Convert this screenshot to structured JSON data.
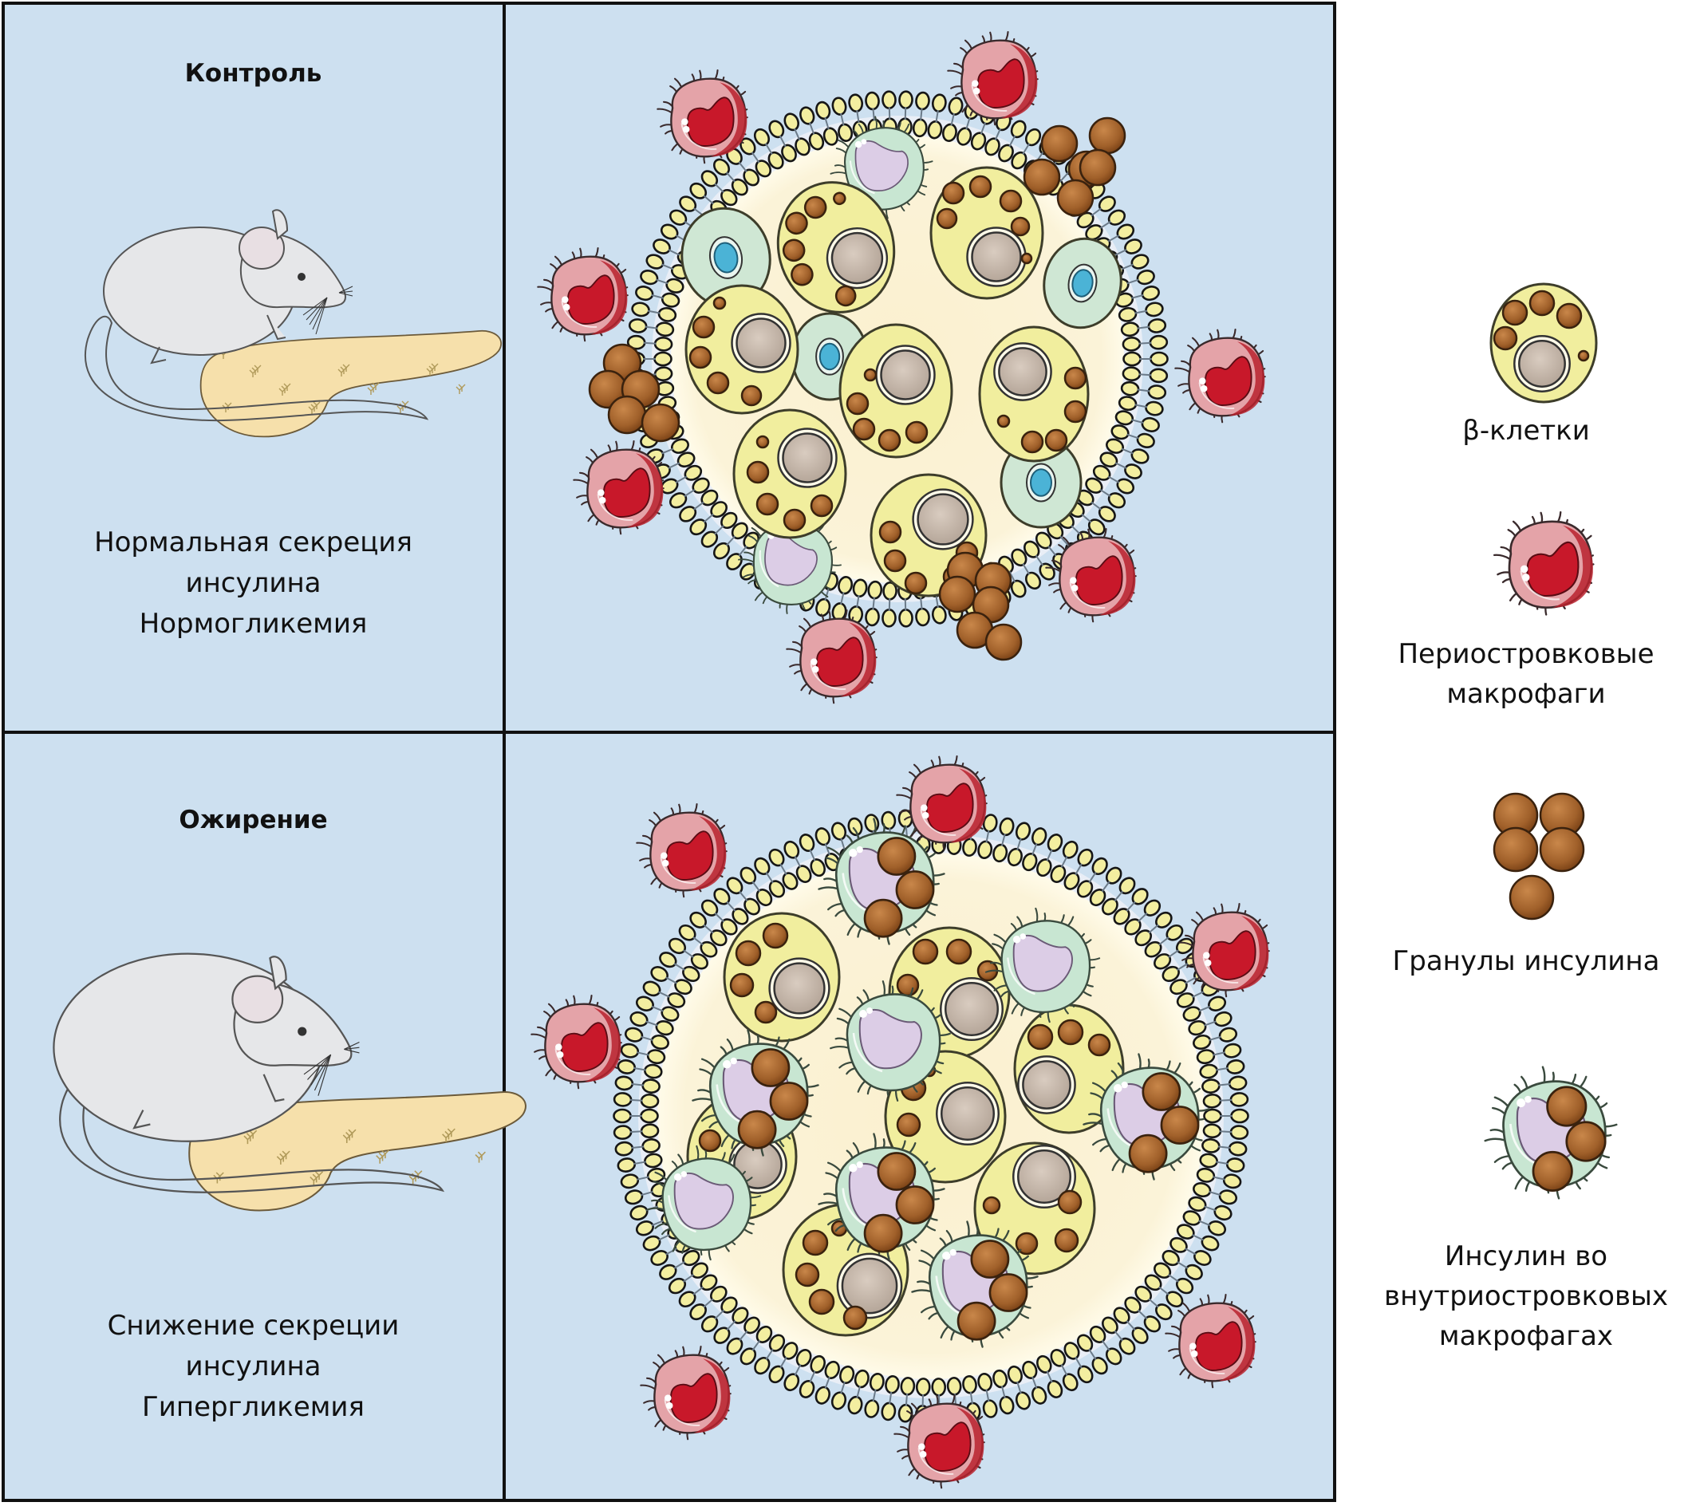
{
  "figure": {
    "colors": {
      "panel_background": "#cde0f0",
      "grid_line": "#111111",
      "islet_interior": "#fbf1d2",
      "membrane_bead": "#f3eea0",
      "beta_cell_cytoplasm": "#f1ee9e",
      "beta_cell_nucleus": "#c9bcb0",
      "alpha_cell_cytoplasm": "#cfe7d4",
      "alpha_cell_nucleus": "#4bb3d6",
      "insulin_granule": "#a3622a",
      "peri_macrophage_body": "#e4a3a8",
      "peri_macrophage_nucleus": "#c8182a",
      "intra_macrophage_body": "#c8e6d2",
      "intra_macrophage_nucleus": "#dccde6",
      "mouse_body": "#e6e7e9",
      "pancreas": "#f6e0ab"
    },
    "panels": {
      "control": {
        "title": "Контроль",
        "description": [
          "Нормальная секреция",
          "инсулина",
          "Нормогликемия"
        ]
      },
      "obesity": {
        "title": "Ожирение",
        "description": [
          "Снижение секреции",
          "инсулина",
          "Гипергликемия"
        ]
      }
    },
    "legend": [
      {
        "icon": "beta-cell-icon",
        "label": [
          "β-клетки"
        ]
      },
      {
        "icon": "peri-islet-macrophage-icon",
        "label": [
          "Периостровковые",
          "макрофаги"
        ]
      },
      {
        "icon": "insulin-granules-icon",
        "label": [
          "Гранулы инсулина"
        ]
      },
      {
        "icon": "intra-islet-macrophage-insulin-icon",
        "label": [
          "Инсулин во",
          "внутриостровковых",
          "макрофагах"
        ]
      }
    ]
  }
}
